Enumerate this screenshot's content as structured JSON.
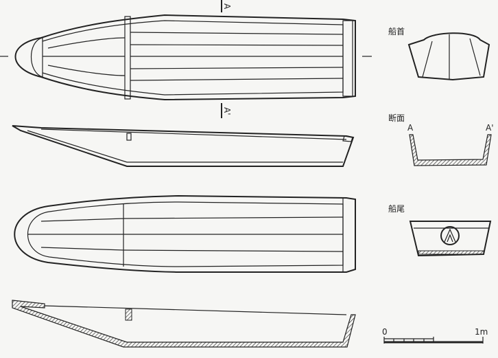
{
  "labels": {
    "bow": "船首",
    "section": "断面",
    "stern": "船尾",
    "section_a": "A",
    "section_a_prime": "A'",
    "cut_top": "A",
    "cut_bottom": "A'"
  },
  "scale_bar": {
    "start": "0",
    "end": "1m"
  }
}
